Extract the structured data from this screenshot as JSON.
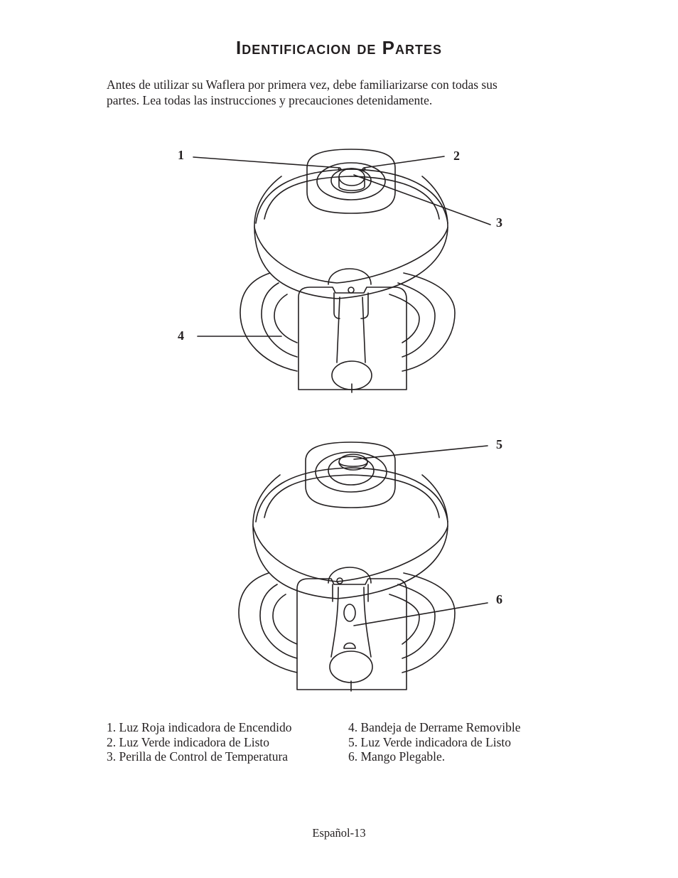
{
  "title": "Identificacion de Partes",
  "intro": {
    "line1": "Antes de utilizar su Waflera por primera vez, debe familiarizarse con todas sus",
    "line2": "partes. Lea todas las instrucciones y precauciones detenidamente."
  },
  "callouts": [
    "1",
    "2",
    "3",
    "4",
    "5",
    "6"
  ],
  "parts_left": [
    "1. Luz Roja indicadora de Encendido",
    "2. Luz Verde indicadora de Listo",
    "3. Perilla de Control de Temperatura"
  ],
  "parts_right": [
    "4. Bandeja de Derrame Removible",
    "5. Luz Verde indicadora de Listo",
    "6. Mango Plegable."
  ],
  "footer": "Español-13"
}
